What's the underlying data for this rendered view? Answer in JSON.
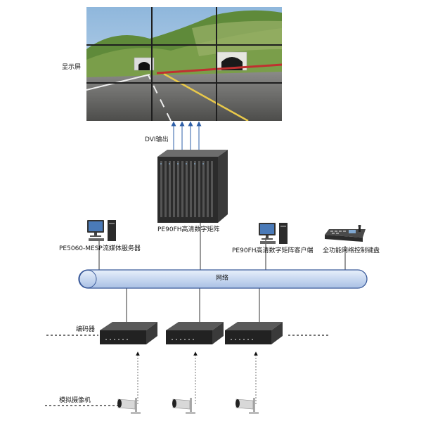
{
  "labels": {
    "display_wall": "显示屏",
    "dvi_output": "DVI输出",
    "matrix": "PE90FH高清数字矩阵",
    "media_server": "PE5060-MESP流媒体服务器",
    "matrix_client": "PE90FH高清数字矩阵客户端",
    "keyboard": "全功能网络控制键盘",
    "network": "网络",
    "encoder": "编码器",
    "camera": "模拟摄像机"
  },
  "colors": {
    "network_pipe": "#c8d8f0",
    "network_edge": "#3a5a9a",
    "arrow_blue": "#2e5fa8",
    "device_dark": "#2b2b2b"
  },
  "icons": {
    "server_pc": "desktop-computer-icon",
    "client_pc": "desktop-computer-icon",
    "keyboard": "control-keyboard-icon",
    "encoder": "encoder-box-icon",
    "camera": "bullet-camera-icon",
    "matrix": "matrix-chassis-icon"
  }
}
